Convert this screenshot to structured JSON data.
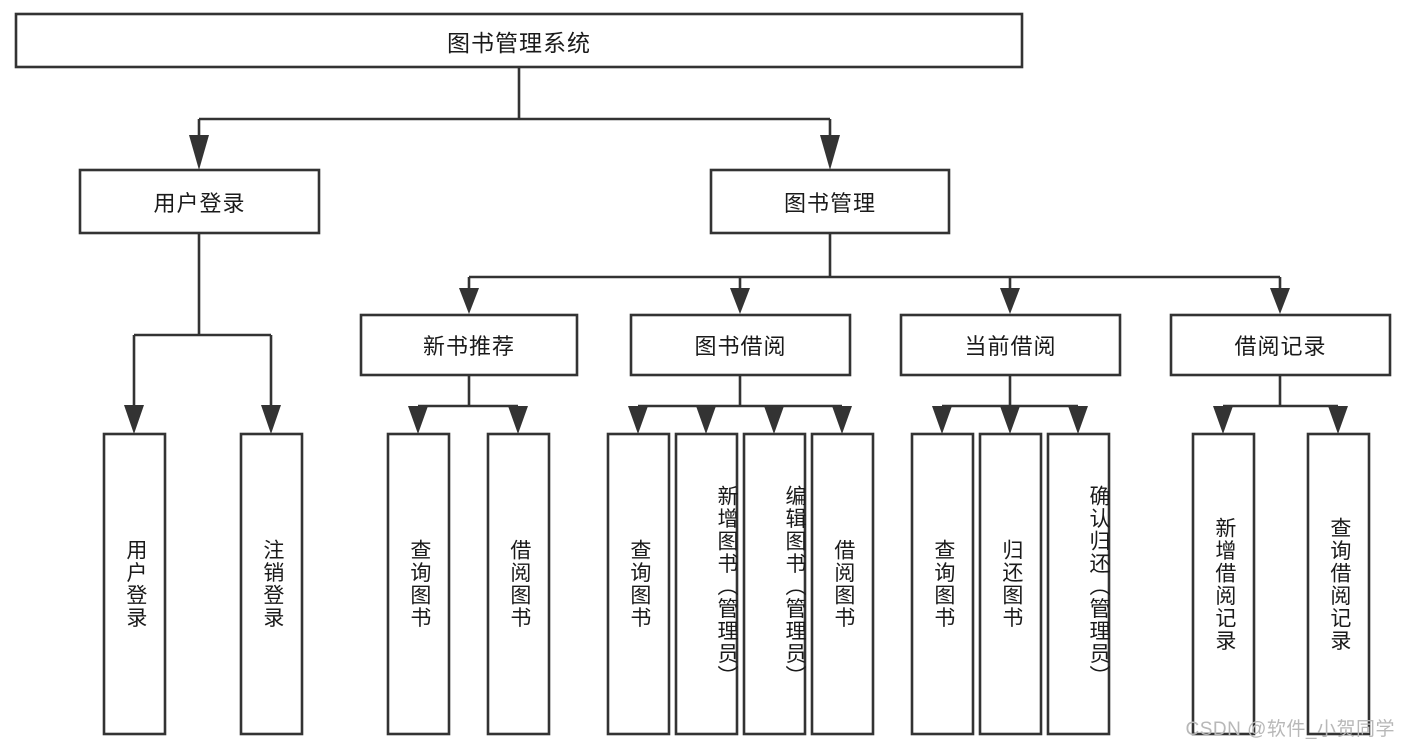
{
  "diagram": {
    "kind": "functional-structure-tree",
    "root": {
      "id": "root",
      "label": "图书管理系统"
    },
    "level2": [
      {
        "id": "user-login",
        "label": "用户登录"
      },
      {
        "id": "book-manage",
        "label": "图书管理"
      }
    ],
    "level3": [
      {
        "id": "new-book-rec",
        "label": "新书推荐",
        "parent": "book-manage"
      },
      {
        "id": "book-borrow",
        "label": "图书借阅",
        "parent": "book-manage"
      },
      {
        "id": "current-borrow",
        "label": "当前借阅",
        "parent": "book-manage"
      },
      {
        "id": "borrow-record",
        "label": "借阅记录",
        "parent": "book-manage"
      }
    ],
    "leaves": [
      {
        "id": "leaf-user-login",
        "label": "用户登录",
        "parent": "user-login"
      },
      {
        "id": "leaf-logout-login",
        "label": "注销登录",
        "parent": "user-login"
      },
      {
        "id": "leaf-query-book-1",
        "label": "查询图书",
        "parent": "new-book-rec"
      },
      {
        "id": "leaf-borrow-book-1",
        "label": "借阅图书",
        "parent": "new-book-rec"
      },
      {
        "id": "leaf-query-book-2",
        "label": "查询图书",
        "parent": "book-borrow"
      },
      {
        "id": "leaf-add-book",
        "label": "新增图书（管理员）",
        "parent": "book-borrow"
      },
      {
        "id": "leaf-edit-book",
        "label": "编辑图书（管理员）",
        "parent": "book-borrow"
      },
      {
        "id": "leaf-borrow-book-2",
        "label": "借阅图书",
        "parent": "book-borrow"
      },
      {
        "id": "leaf-query-book-3",
        "label": "查询图书",
        "parent": "current-borrow"
      },
      {
        "id": "leaf-return-book",
        "label": "归还图书",
        "parent": "current-borrow"
      },
      {
        "id": "leaf-confirm-return",
        "label": "确认归还（管理员）",
        "parent": "current-borrow"
      },
      {
        "id": "leaf-add-record",
        "label": "新增借阅记录",
        "parent": "borrow-record"
      },
      {
        "id": "leaf-query-record",
        "label": "查询借阅记录",
        "parent": "borrow-record"
      }
    ],
    "watermark": "CSDN @软件_小贺同学",
    "colors": {
      "stroke": "#333333",
      "fill": "#ffffff",
      "text": "#1a1a1a",
      "watermark": "#b8b8b8",
      "background": "#ffffff"
    }
  }
}
